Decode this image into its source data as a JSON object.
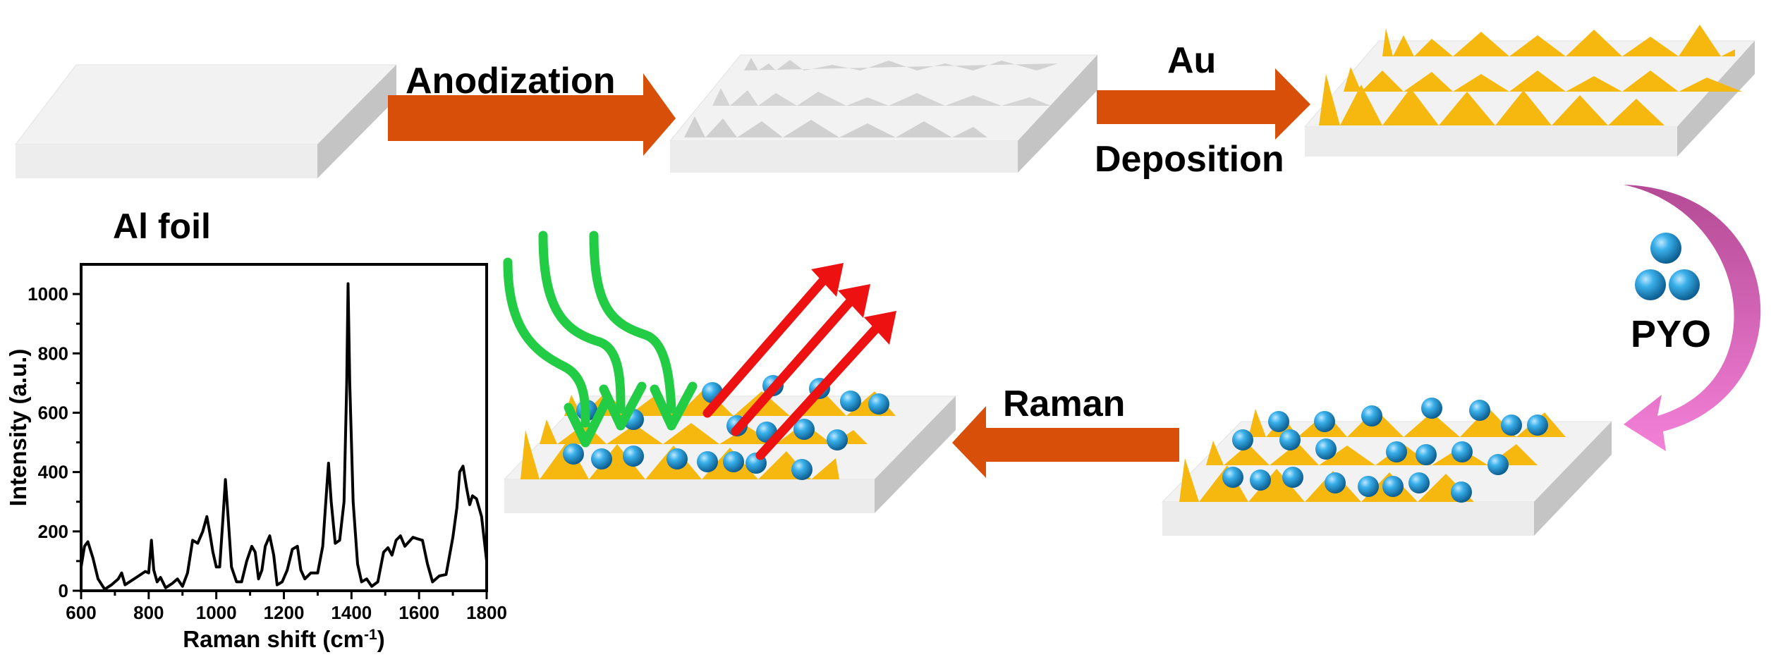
{
  "labels": {
    "step1": "Anodization",
    "step2_line1": "Au",
    "step2_line2": "Deposition",
    "step3": "PYO",
    "step4": "Raman",
    "substrate": "Al foil"
  },
  "colors": {
    "arrow_orange": "#d84f0a",
    "gold": "#f6b80f",
    "molecule_blue": "#1a8fd0",
    "curved_arrow_pink": "#ef6bcf",
    "laser_green": "#22cc44",
    "scattered_red": "#ee1111",
    "plate_top": "#efefef",
    "plate_side": "#c2c2c2",
    "porous_grey": "#d4d4d4"
  },
  "chart_data": {
    "type": "line",
    "xlabel": "Raman shift (cm",
    "xlabel_sup": "-1",
    "xlabel_end": ")",
    "ylabel": "Intensity (a.u.)",
    "xlim": [
      600,
      1800
    ],
    "ylim": [
      0,
      1100
    ],
    "xticks": [
      600,
      800,
      1000,
      1200,
      1400,
      1600,
      1800
    ],
    "yticks": [
      0,
      200,
      400,
      600,
      800,
      1000
    ],
    "grid": false,
    "series": [
      {
        "x": [
          600,
          610,
          620,
          635,
          650,
          670,
          690,
          710,
          720,
          730,
          750,
          770,
          790,
          800,
          808,
          815,
          825,
          835,
          850,
          870,
          885,
          900,
          915,
          930,
          945,
          960,
          972,
          980,
          990,
          1000,
          1010,
          1020,
          1027,
          1035,
          1045,
          1060,
          1075,
          1090,
          1105,
          1115,
          1125,
          1135,
          1145,
          1158,
          1170,
          1180,
          1195,
          1210,
          1225,
          1240,
          1250,
          1262,
          1280,
          1300,
          1315,
          1327,
          1332,
          1340,
          1352,
          1365,
          1378,
          1386,
          1390,
          1395,
          1405,
          1418,
          1430,
          1445,
          1460,
          1478,
          1495,
          1508,
          1520,
          1532,
          1545,
          1558,
          1570,
          1582,
          1595,
          1610,
          1625,
          1640,
          1660,
          1680,
          1700,
          1712,
          1720,
          1730,
          1740,
          1750,
          1758,
          1770,
          1785,
          1800
        ],
        "y": [
          80,
          150,
          165,
          110,
          40,
          5,
          20,
          40,
          60,
          20,
          35,
          50,
          65,
          60,
          170,
          70,
          30,
          45,
          10,
          25,
          40,
          15,
          60,
          170,
          160,
          200,
          250,
          200,
          130,
          80,
          80,
          250,
          375,
          250,
          80,
          30,
          30,
          100,
          150,
          130,
          40,
          70,
          150,
          185,
          120,
          20,
          30,
          70,
          140,
          150,
          70,
          40,
          60,
          60,
          150,
          350,
          430,
          300,
          160,
          170,
          300,
          700,
          1035,
          700,
          300,
          90,
          30,
          40,
          15,
          30,
          130,
          145,
          120,
          170,
          185,
          150,
          165,
          180,
          175,
          170,
          90,
          30,
          50,
          55,
          180,
          280,
          400,
          420,
          350,
          290,
          320,
          310,
          250,
          100
        ]
      }
    ]
  }
}
